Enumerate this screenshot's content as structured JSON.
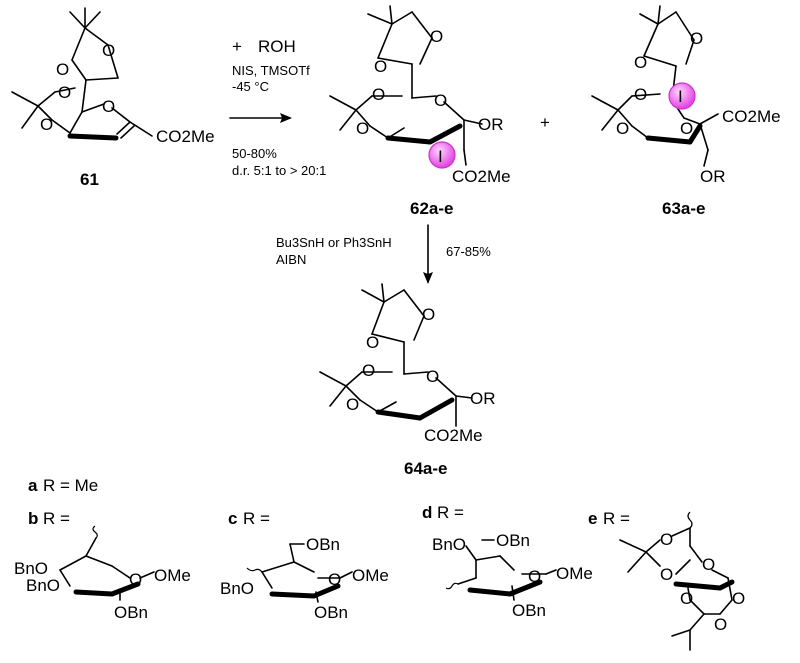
{
  "compounds": {
    "c61": {
      "label": "61",
      "group": "CO2Me"
    },
    "c62": {
      "label": "62a-e",
      "or": "OR",
      "ester": "CO2Me",
      "iodo": "I"
    },
    "c63": {
      "label": "63a-e",
      "or": "OR",
      "ester": "CO2Me",
      "iodo": "I"
    },
    "c64": {
      "label": "64a-e",
      "or": "OR",
      "ester": "CO2Me"
    }
  },
  "reaction1": {
    "plus": "+",
    "reagent": "ROH",
    "conditions": [
      "NIS, TMSOTf",
      "-45 °C"
    ],
    "yield": "50-80%",
    "dr": "d.r. 5:1 to > 20:1",
    "product_plus": "+"
  },
  "reaction2": {
    "conditions": [
      "Bu3SnH or Ph3SnH",
      "AIBN"
    ],
    "yield": "67-85%"
  },
  "r_groups": {
    "a": {
      "letter": "a",
      "text": "R = Me"
    },
    "b": {
      "letter": "b",
      "text": "R =",
      "labels": [
        "BnO",
        "BnO",
        "OMe",
        "OBn"
      ]
    },
    "c": {
      "letter": "c",
      "text": "R =",
      "labels": [
        "OBn",
        "BnO",
        "OMe",
        "OBn"
      ]
    },
    "d": {
      "letter": "d",
      "text": "R =",
      "labels": [
        "BnO",
        "OBn",
        "OMe",
        "OBn"
      ]
    },
    "e": {
      "letter": "e",
      "text": "R ="
    }
  },
  "atoms": {
    "O": "O"
  },
  "colors": {
    "iodo_fill": "#ee44ee",
    "ink": "#000000"
  }
}
